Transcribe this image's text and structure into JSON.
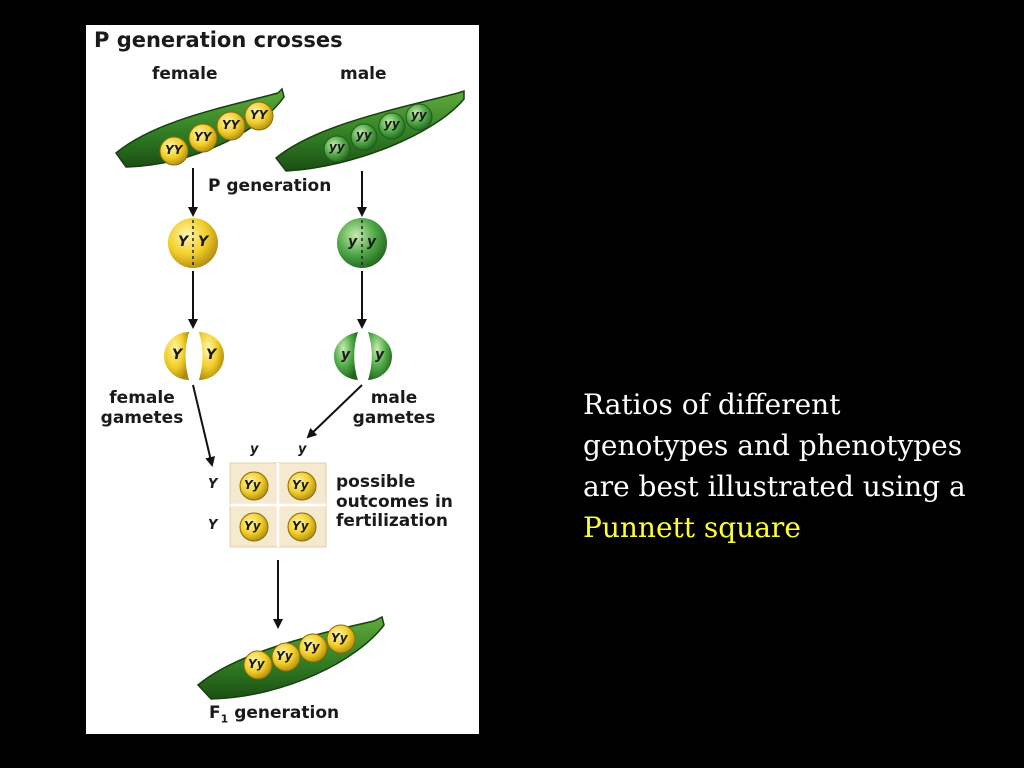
{
  "figure": {
    "title": "P generation crosses",
    "female_label": "female",
    "male_label": "male",
    "p_generation_label": "P generation",
    "female_gametes_label": "female gametes",
    "male_gametes_label": "male gametes",
    "outcomes_label": "possible outcomes in fertilization",
    "f1_label": "F",
    "f1_subscript": "1",
    "f1_label_rest": " generation",
    "female_pod_genotypes": [
      "YY",
      "YY",
      "YY",
      "YY"
    ],
    "male_pod_genotypes": [
      "yy",
      "yy",
      "yy",
      "yy"
    ],
    "female_cell_alleles": [
      "Y",
      "Y"
    ],
    "male_cell_alleles": [
      "y",
      "y"
    ],
    "female_gamete_alleles": [
      "Y",
      "Y"
    ],
    "male_gamete_alleles": [
      "y",
      "y"
    ],
    "punnett": {
      "column_headers": [
        "y",
        "y"
      ],
      "row_headers": [
        "Y",
        "Y"
      ],
      "cells": [
        [
          "Yy",
          "Yy"
        ],
        [
          "Yy",
          "Yy"
        ]
      ]
    },
    "f1_pod_genotypes": [
      "Yy",
      "Yy",
      "Yy",
      "Yy"
    ],
    "colors": {
      "yellow_pea": "#f2cf2a",
      "green_pea": "#3f9a3a",
      "pod": "#2f7a22",
      "grid_bg": "#f5ead0"
    }
  },
  "caption": {
    "text": "Ratios of different genotypes and phenotypes are best illustrated using a",
    "highlight": "Punnett square",
    "highlight_color": "#ffff33"
  }
}
